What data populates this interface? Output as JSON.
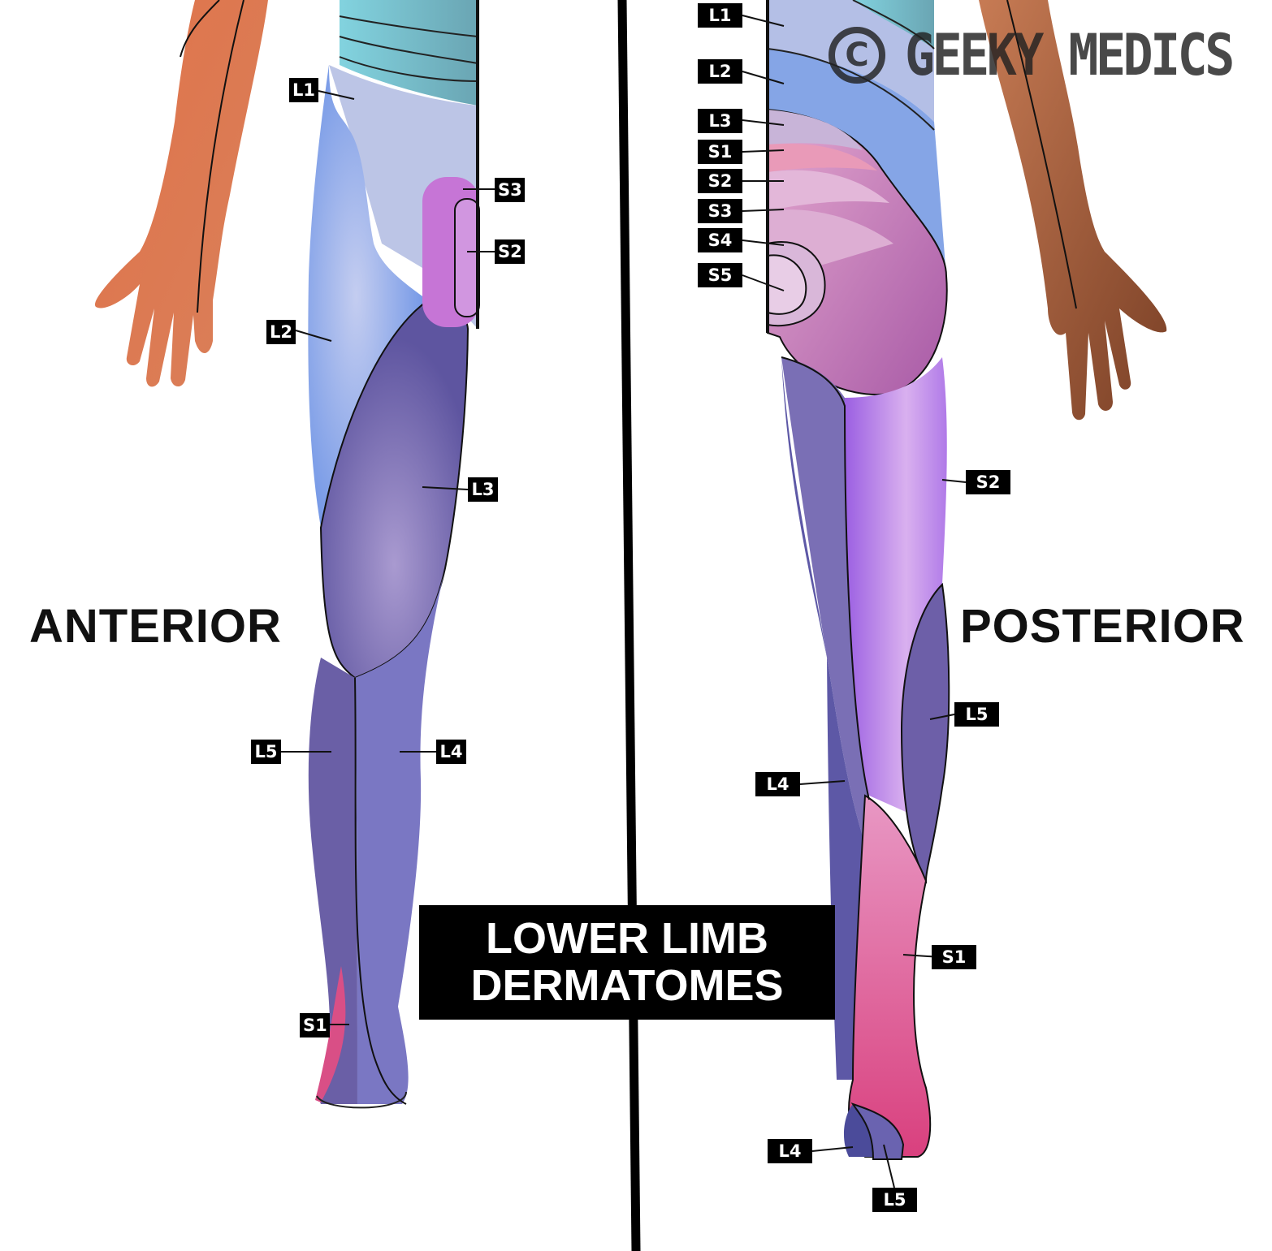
{
  "title": {
    "line1": "LOWER LIMB",
    "line2": "DERMATOMES"
  },
  "views": {
    "anterior": "ANTERIOR",
    "posterior": "POSTERIOR"
  },
  "watermark": {
    "symbol": "C",
    "text": "GEEKY MEDICS"
  },
  "anterior_labels": {
    "l1": "L1",
    "l2": "L2",
    "l3": "L3",
    "l4": "L4",
    "l5": "L5",
    "s1": "S1",
    "s2": "S2",
    "s3": "S3"
  },
  "posterior_labels": {
    "l1": "L1",
    "l2": "L2",
    "l3": "L3",
    "s1_buttock": "S1",
    "s2_buttock": "S2",
    "s3": "S3",
    "s4": "S4",
    "s5": "S5",
    "s2_thigh": "S2",
    "l5_calf": "L5",
    "l4_leg": "L4",
    "s1_leg": "S1",
    "l4_foot": "L4",
    "l5_foot": "L5"
  },
  "colors": {
    "skin_light": "#e07a52",
    "skin_dark": "#8b4a2e",
    "l1": "#b7c3e8",
    "l2": "#7c9fe6",
    "l3": "#6b64a8",
    "l4": "#7b78c4",
    "l5": "#6a5fa6",
    "s1": "#e0548a",
    "s2": "#c68ee8",
    "s3": "#c983dc",
    "teal": "#7ec9d3",
    "divider": "#000000"
  }
}
